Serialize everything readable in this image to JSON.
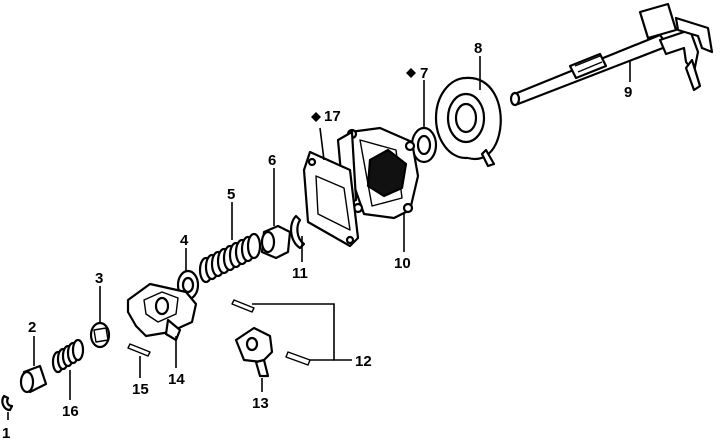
{
  "diagram": {
    "callouts": [
      {
        "id": "1",
        "label": "1"
      },
      {
        "id": "2",
        "label": "2"
      },
      {
        "id": "3",
        "label": "3"
      },
      {
        "id": "4",
        "label": "4"
      },
      {
        "id": "5",
        "label": "5"
      },
      {
        "id": "6",
        "label": "6"
      },
      {
        "id": "7",
        "label": "7",
        "marked": true
      },
      {
        "id": "8",
        "label": "8"
      },
      {
        "id": "9",
        "label": "9"
      },
      {
        "id": "10",
        "label": "10"
      },
      {
        "id": "11",
        "label": "11"
      },
      {
        "id": "12",
        "label": "12"
      },
      {
        "id": "13",
        "label": "13"
      },
      {
        "id": "14",
        "label": "14"
      },
      {
        "id": "15",
        "label": "15"
      },
      {
        "id": "16",
        "label": "16"
      },
      {
        "id": "17",
        "label": "17",
        "marked": true
      }
    ]
  }
}
